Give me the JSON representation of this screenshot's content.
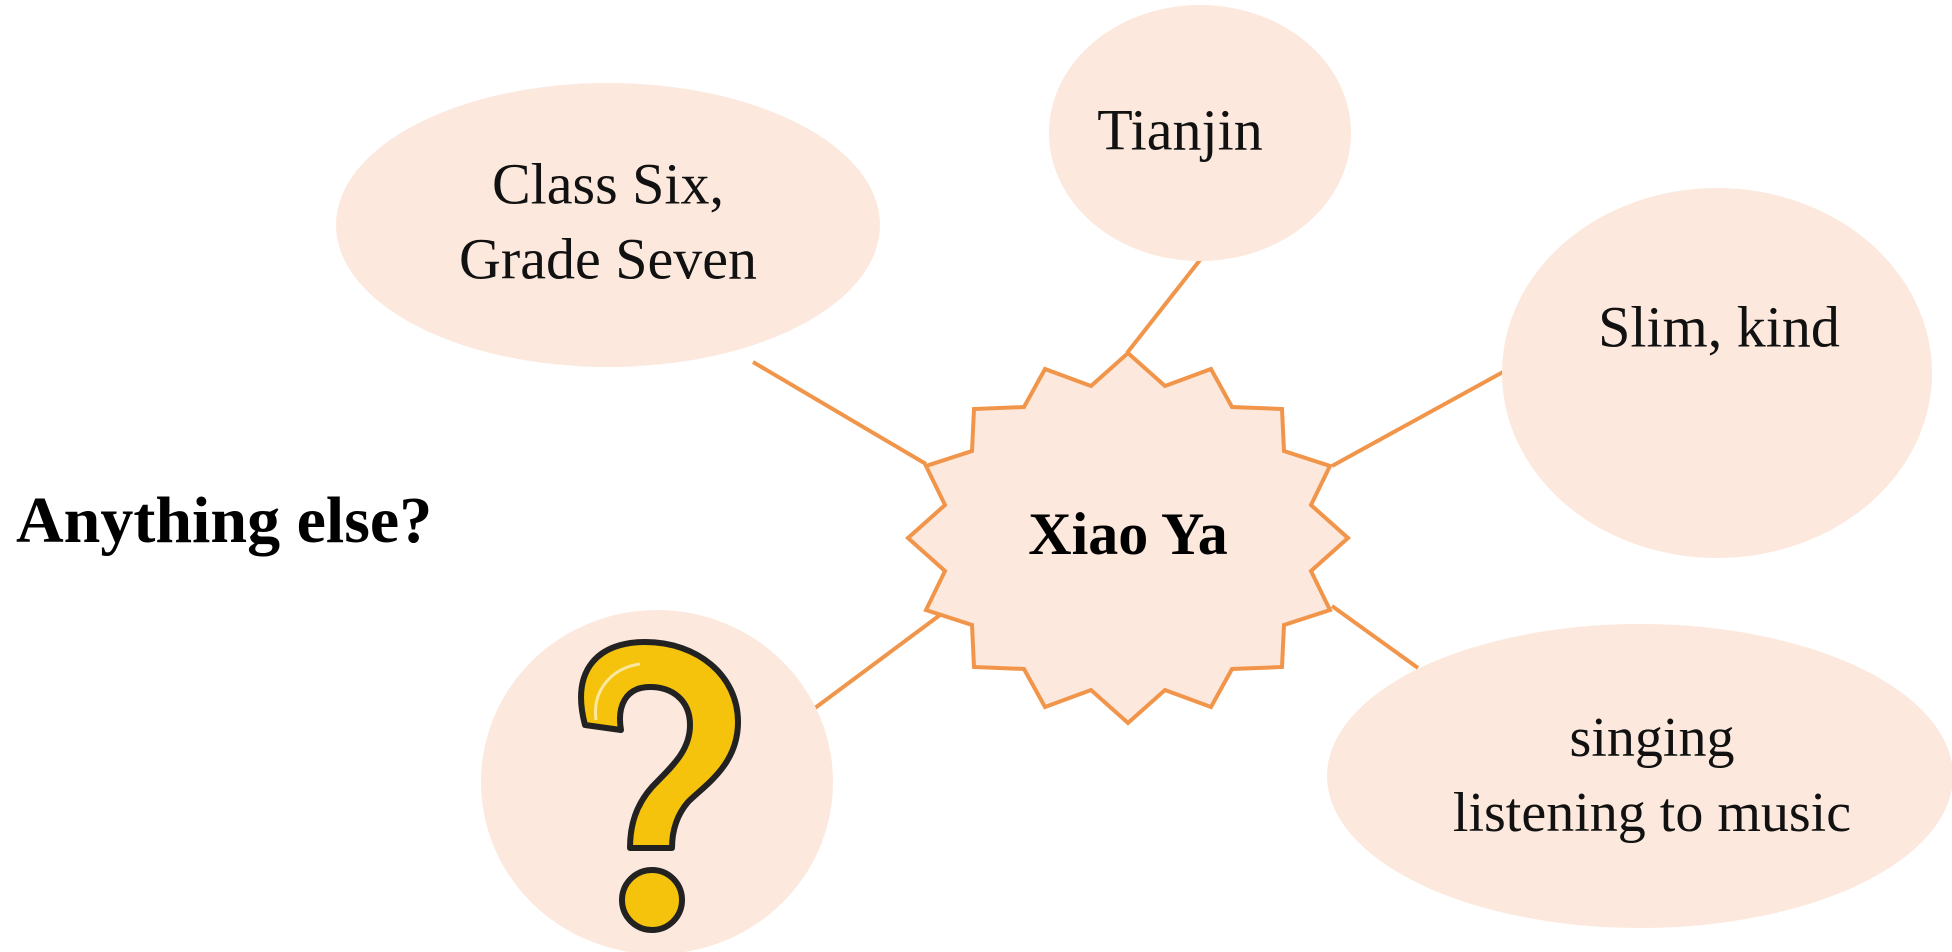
{
  "center": {
    "label": "Xiao Ya"
  },
  "prompt": {
    "label": "Anything else?"
  },
  "nodes": {
    "class": {
      "line1": "Class Six,",
      "line2": "Grade Seven"
    },
    "city": {
      "label": "Tianjin"
    },
    "appearance": {
      "label": "Slim, kind"
    },
    "hobbies": {
      "line1": "singing",
      "line2": "listening to music"
    }
  },
  "mystery_node": {
    "icon": "question-mark-icon"
  },
  "colors": {
    "bubble_fill": "#fce8dc",
    "connector": "#f0954a",
    "question_mark": "#f5c20c"
  }
}
